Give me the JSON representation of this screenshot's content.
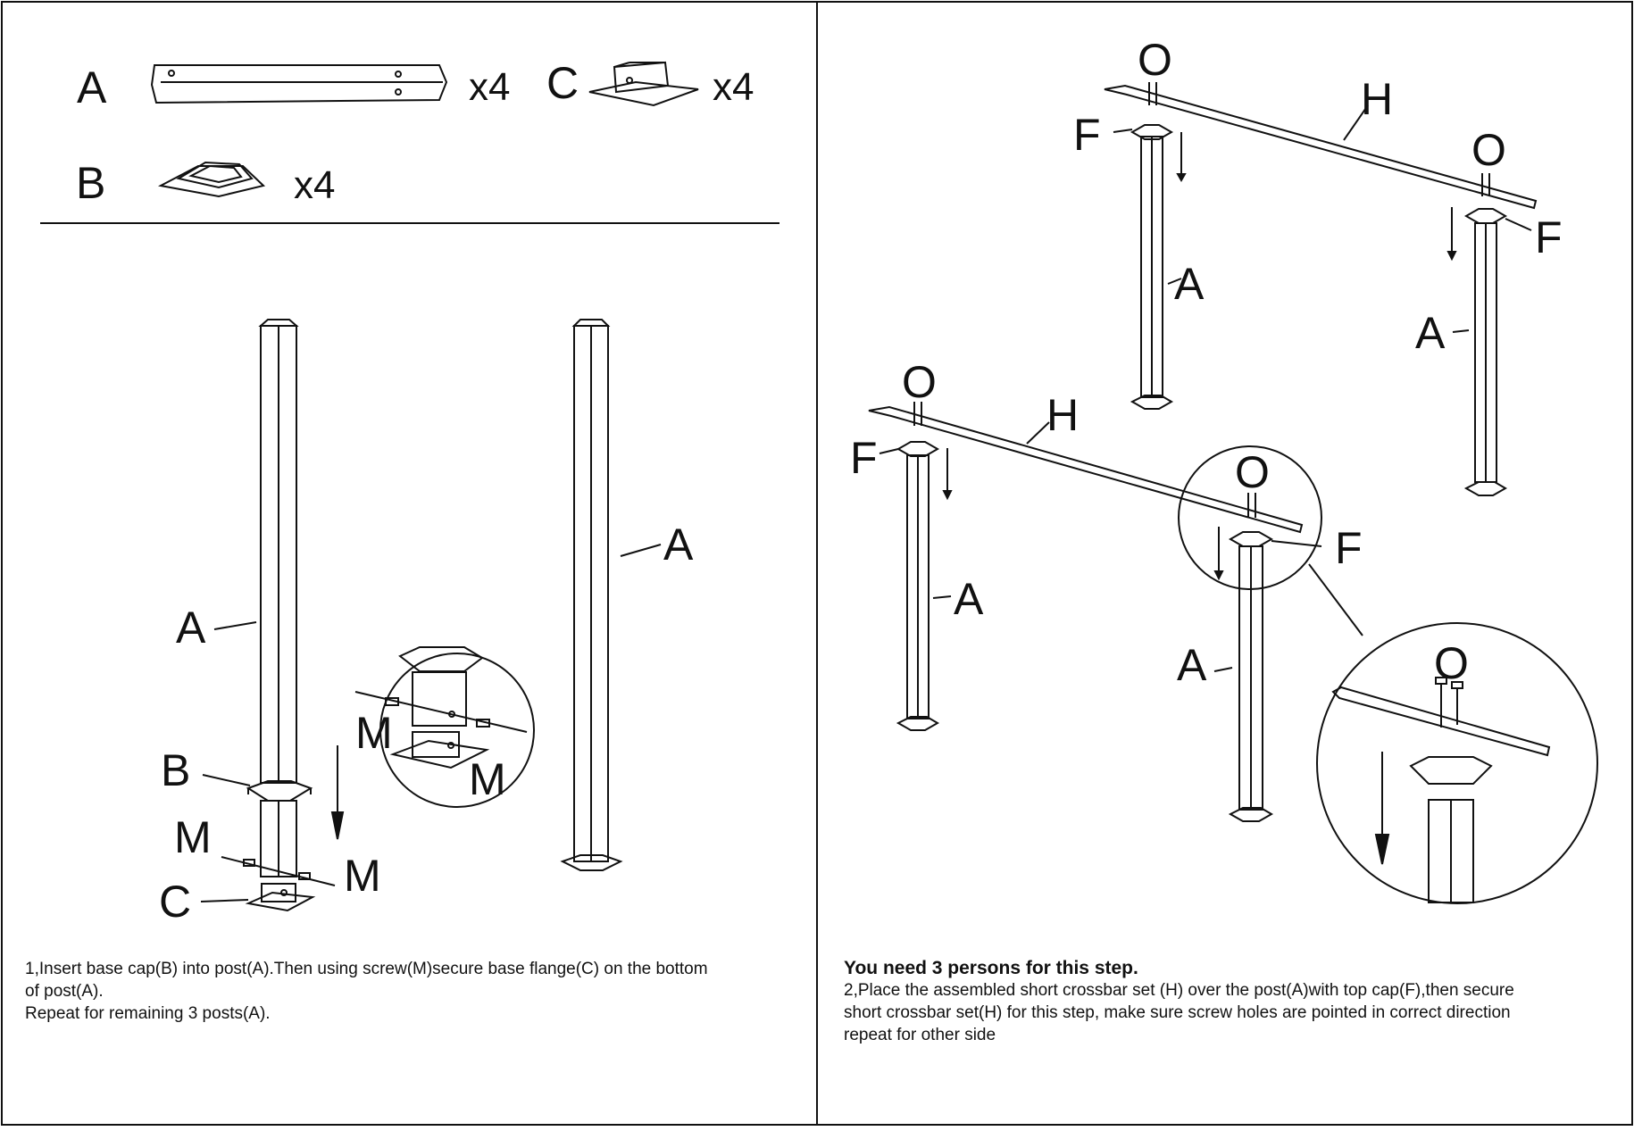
{
  "parts_list": [
    {
      "letter": "A",
      "quantity": "x4"
    },
    {
      "letter": "B",
      "quantity": "x4"
    },
    {
      "letter": "C",
      "quantity": "x4"
    }
  ],
  "step1": {
    "labels": {
      "post": "A",
      "base_cap": "B",
      "screw": "M",
      "base_flange": "C"
    },
    "instruction_line1": "1,Insert base cap(B) into post(A).Then using screw(M)secure base flange(C) on the bottom",
    "instruction_line2": "of post(A).",
    "instruction_line3": "Repeat for remaining 3 posts(A)."
  },
  "step2": {
    "labels": {
      "screw": "O",
      "crossbar": "H",
      "top_cap": "F",
      "post": "A"
    },
    "warning": "You need 3 persons for this step.",
    "instruction_line1": "2,Place  the assembled short crossbar set (H) over the  post(A)with top cap(F),then secure",
    "instruction_line2": "short crossbar set(H) for this step, make sure screw holes are pointed in correct direction",
    "instruction_line3": "repeat for other side"
  }
}
